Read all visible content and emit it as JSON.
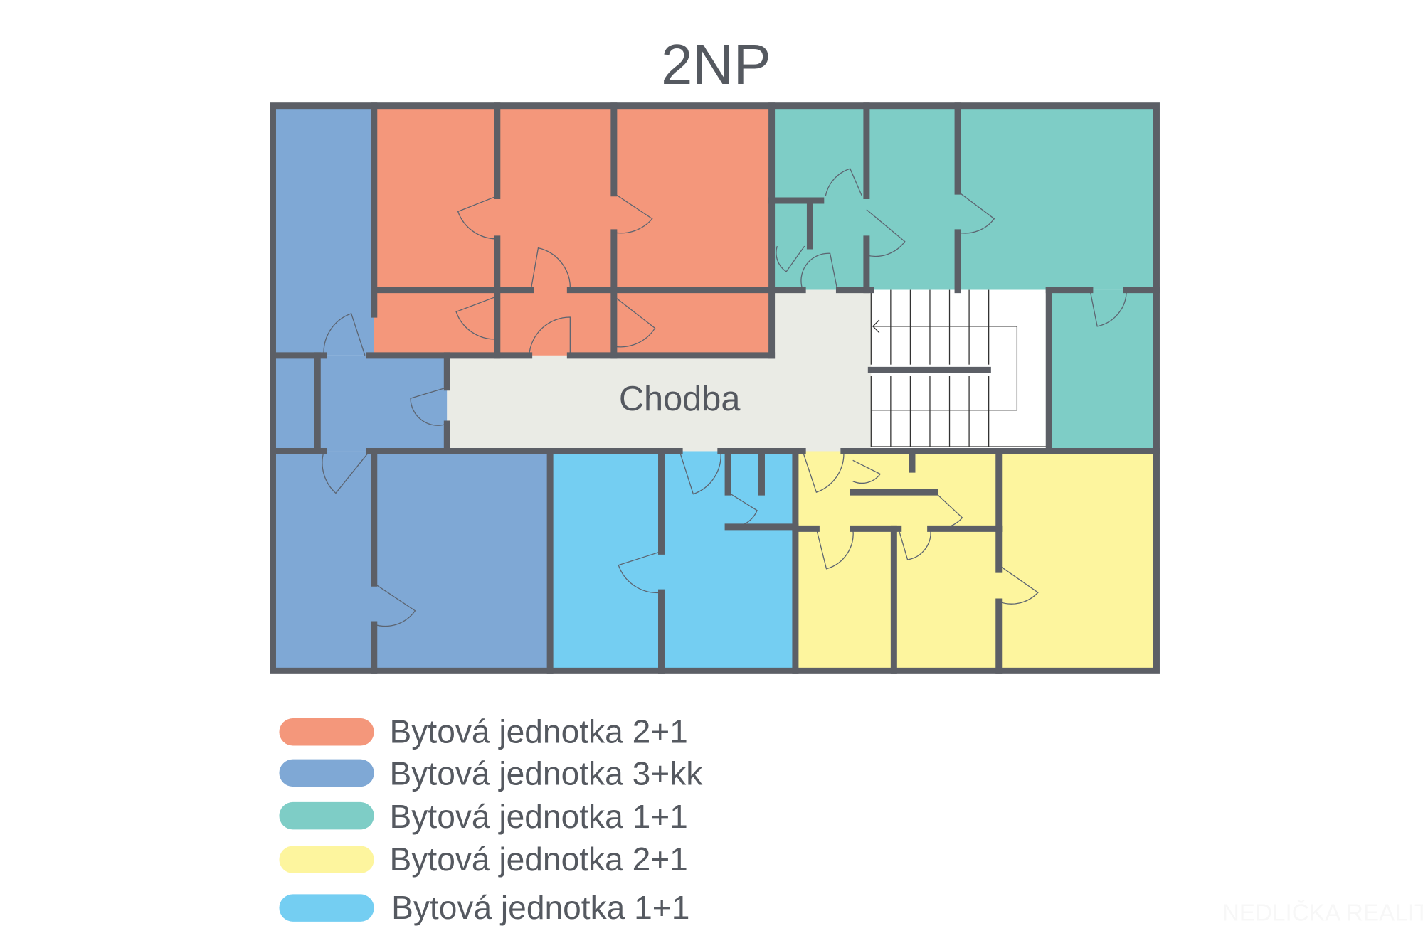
{
  "title": "2NP",
  "corridor_label": "Chodba",
  "colors": {
    "unit_2plus1_a": "#f4977b",
    "unit_3kk": "#7fa8d5",
    "unit_1plus1_a": "#7ecdc6",
    "unit_2plus1_b": "#fdf59e",
    "unit_1plus1_b": "#74cef2",
    "corridor": "#eaebe5",
    "walls": "#5c5f66"
  },
  "legend": [
    {
      "label": "Bytová jednotka 2+1",
      "color": "#f4977b"
    },
    {
      "label": "Bytová jednotka 3+kk",
      "color": "#7fa8d5"
    },
    {
      "label": "Bytová jednotka 1+1",
      "color": "#7ecdc6"
    },
    {
      "label": "Bytová jednotka 2+1",
      "color": "#fdf59e"
    },
    {
      "label": "Bytová jednotka 1+1",
      "color": "#74cef2"
    }
  ],
  "watermark": "NEDLIČKA REALITY"
}
